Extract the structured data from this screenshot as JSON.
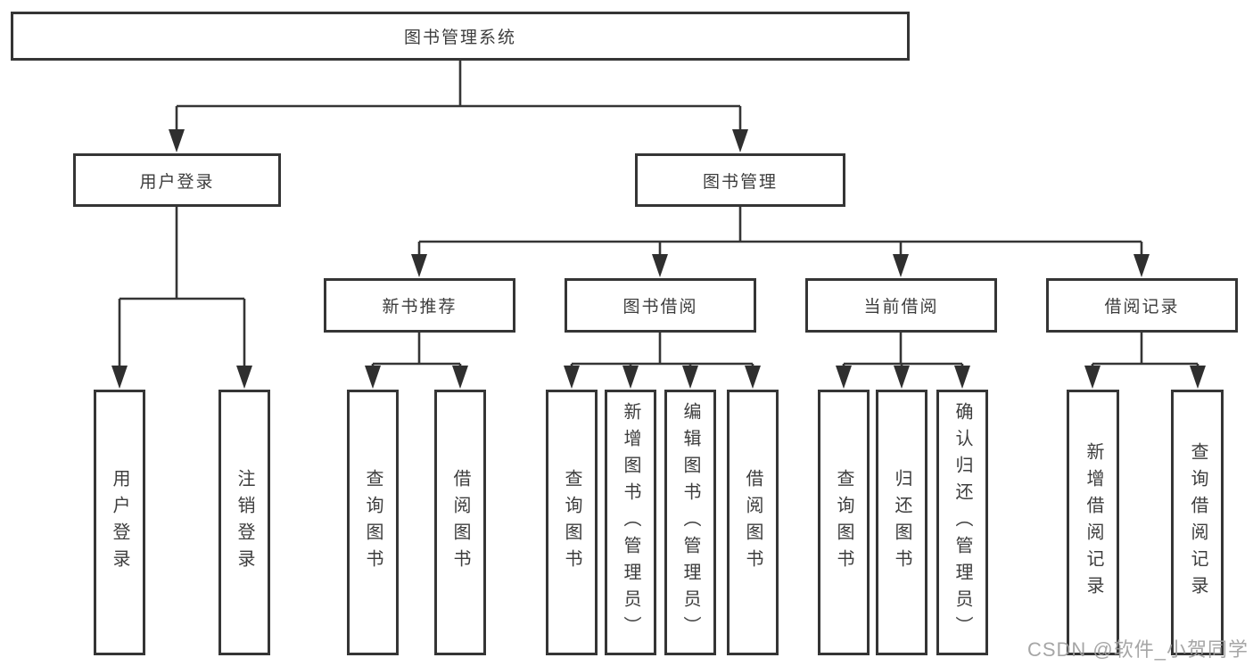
{
  "diagram": {
    "root": {
      "label": "图书管理系统"
    },
    "branches": [
      {
        "label": "用户登录",
        "children": [
          {
            "label": "用户登录"
          },
          {
            "label": "注销登录"
          }
        ]
      },
      {
        "label": "图书管理",
        "children": [
          {
            "label": "新书推荐",
            "children": [
              {
                "label": "查询图书"
              },
              {
                "label": "借阅图书"
              }
            ]
          },
          {
            "label": "图书借阅",
            "children": [
              {
                "label": "查询图书"
              },
              {
                "label": "新增图书（管理员）"
              },
              {
                "label": "编辑图书（管理员）"
              },
              {
                "label": "借阅图书"
              }
            ]
          },
          {
            "label": "当前借阅",
            "children": [
              {
                "label": "查询图书"
              },
              {
                "label": "归还图书"
              },
              {
                "label": "确认归还（管理员）"
              }
            ]
          },
          {
            "label": "借阅记录",
            "children": [
              {
                "label": "新增借阅记录"
              },
              {
                "label": "查询借阅记录"
              }
            ]
          }
        ]
      }
    ]
  },
  "watermark": {
    "text": "CSDN @软件_小贺同学"
  },
  "colors": {
    "line": "#353535",
    "text": "#3d3d3d",
    "box_bg": "#ffffff",
    "watermark": "#9e9e9e"
  }
}
